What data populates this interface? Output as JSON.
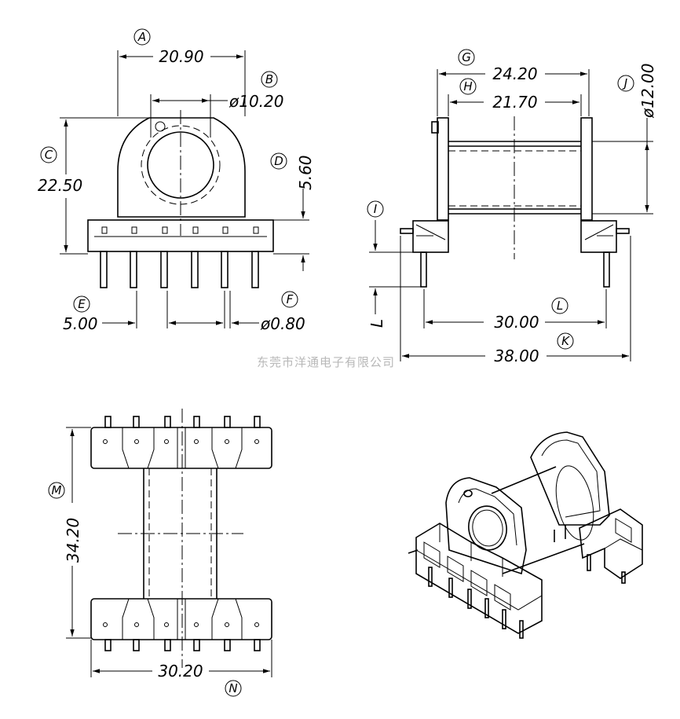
{
  "watermark": "东莞市洋通电子有限公司",
  "front_view": {
    "A": {
      "label": "A",
      "value": "20.90"
    },
    "B": {
      "label": "B",
      "value": "ø10.20"
    },
    "C": {
      "label": "C",
      "value": "22.50"
    },
    "D": {
      "label": "D",
      "value": "5.60"
    },
    "E": {
      "label": "E",
      "value": "5.00"
    },
    "F": {
      "label": "F",
      "value": "ø0.80"
    }
  },
  "side_view": {
    "G": {
      "label": "G",
      "value": "24.20"
    },
    "H": {
      "label": "H",
      "value": "21.70"
    },
    "I": {
      "label": "I",
      "value": ""
    },
    "J": {
      "label": "J",
      "value": "ø12.00"
    },
    "L_text": "L",
    "L": {
      "label": "L",
      "value": "30.00"
    },
    "K": {
      "label": "K",
      "value": "38.00"
    }
  },
  "top_view": {
    "M": {
      "label": "M",
      "value": "34.20"
    },
    "N": {
      "label": "N",
      "value": "30.20"
    }
  }
}
